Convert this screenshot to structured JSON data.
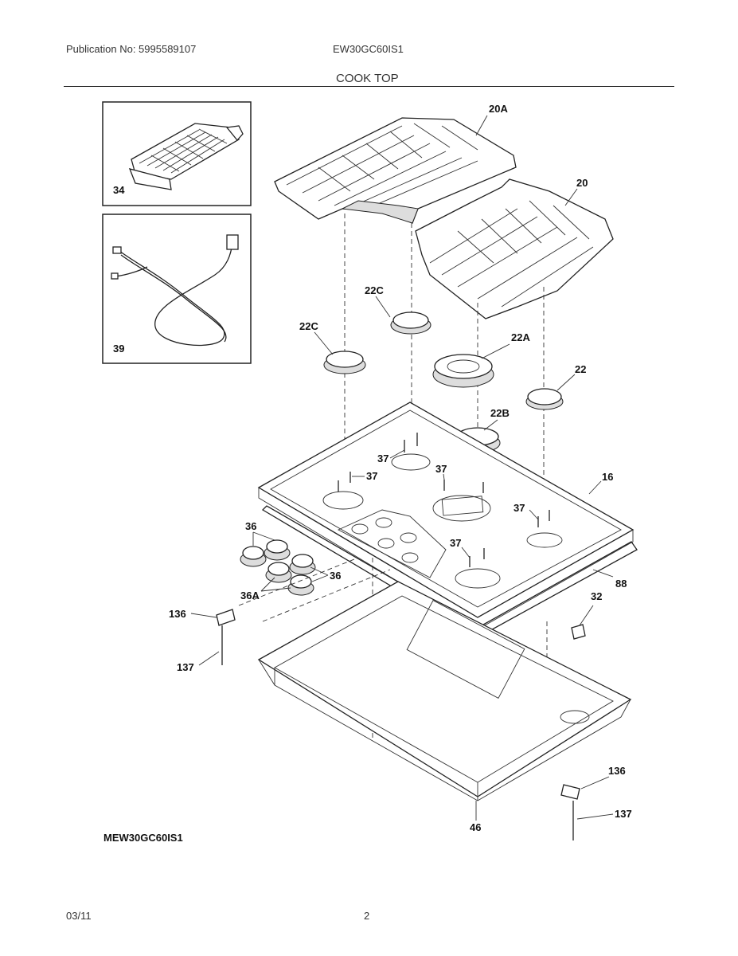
{
  "header": {
    "publication": "Publication No: 5995589107",
    "model": "EW30GC60IS1",
    "section": "COOK TOP"
  },
  "footer": {
    "model_code": "MEW30GC60IS1",
    "date": "03/11",
    "page": "2"
  },
  "callouts": {
    "c34": "34",
    "c39": "39",
    "c20A": "20A",
    "c20": "20",
    "c22C_top": "22C",
    "c22C": "22C",
    "c22A": "22A",
    "c22": "22",
    "c22B": "22B",
    "c37a": "37",
    "c37b": "37",
    "c37c": "37",
    "c37d": "37",
    "c37e": "37",
    "c16": "16",
    "c36": "36",
    "c36b": "36",
    "c36A": "36A",
    "c88": "88",
    "c32": "32",
    "c136a": "136",
    "c137a": "137",
    "c136b": "136",
    "c137b": "137",
    "c46": "46"
  }
}
